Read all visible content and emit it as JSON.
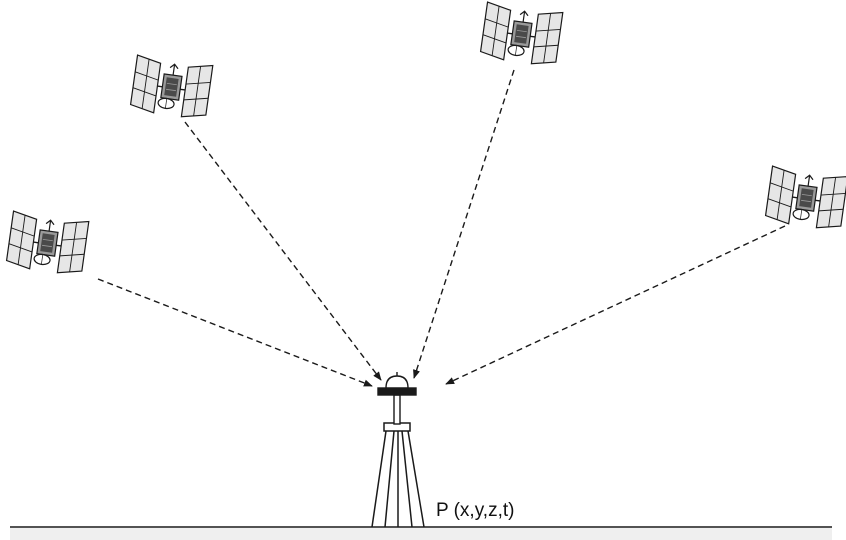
{
  "receiver": {
    "point_label": "P (x,y,z,t)"
  },
  "satellites": [
    {
      "name": "satellite-far-left"
    },
    {
      "name": "satellite-upper-left"
    },
    {
      "name": "satellite-top-center"
    },
    {
      "name": "satellite-right"
    }
  ],
  "colors": {
    "line": "#1a1a1a",
    "panel_fill": "#e6e6e6",
    "ground_fill": "#efefef"
  }
}
